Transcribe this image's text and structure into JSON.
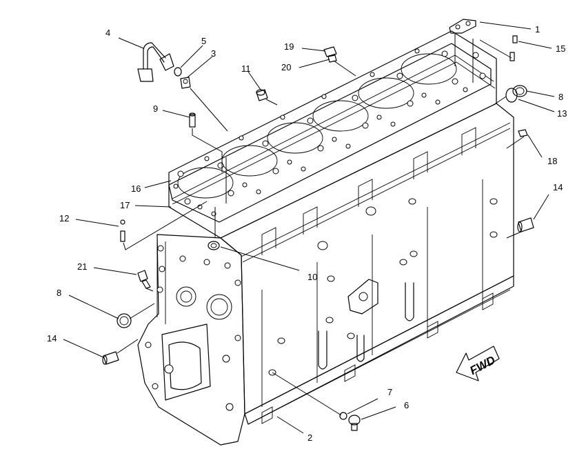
{
  "diagram": {
    "callouts": [
      {
        "id": "c1",
        "text": "1"
      },
      {
        "id": "c2",
        "text": "2"
      },
      {
        "id": "c3",
        "text": "3"
      },
      {
        "id": "c4",
        "text": "4"
      },
      {
        "id": "c5",
        "text": "5"
      },
      {
        "id": "c6",
        "text": "6"
      },
      {
        "id": "c7",
        "text": "7"
      },
      {
        "id": "c8a",
        "text": "8"
      },
      {
        "id": "c8b",
        "text": "8"
      },
      {
        "id": "c9",
        "text": "9"
      },
      {
        "id": "c10",
        "text": "10"
      },
      {
        "id": "c11",
        "text": "11"
      },
      {
        "id": "c12",
        "text": "12"
      },
      {
        "id": "c13",
        "text": "13"
      },
      {
        "id": "c14a",
        "text": "14"
      },
      {
        "id": "c14b",
        "text": "14"
      },
      {
        "id": "c15",
        "text": "15"
      },
      {
        "id": "c16",
        "text": "16"
      },
      {
        "id": "c17",
        "text": "17"
      },
      {
        "id": "c18",
        "text": "18"
      },
      {
        "id": "c19",
        "text": "19"
      },
      {
        "id": "c20",
        "text": "20"
      },
      {
        "id": "c21",
        "text": "21"
      }
    ],
    "direction_arrow": {
      "label": "FWD"
    }
  }
}
